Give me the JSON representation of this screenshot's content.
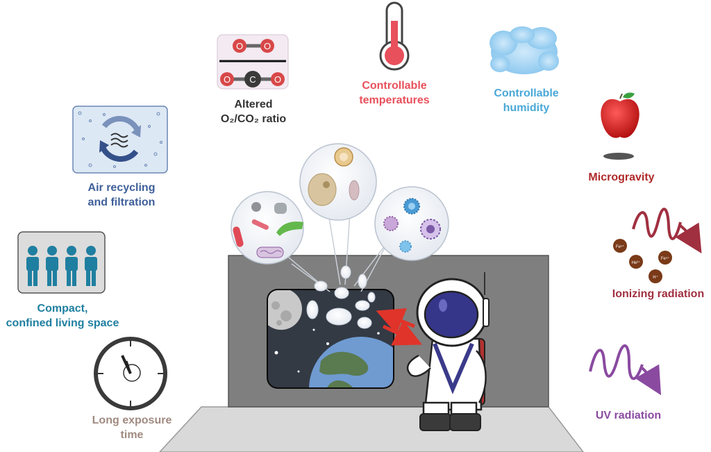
{
  "labels": {
    "o2_co2": {
      "line1": "Altered",
      "line2": "O₂/CO₂ ratio"
    },
    "temperature": {
      "line1": "Controllable",
      "line2": "temperatures"
    },
    "humidity": {
      "line1": "Controllable",
      "line2": "humidity"
    },
    "microgravity": {
      "line1": "Microgravity"
    },
    "air": {
      "line1": "Air recycling",
      "line2": "and filtration"
    },
    "confined": {
      "line1": "Compact,",
      "line2": "confined living space"
    },
    "exposure": {
      "line1": "Long exposure",
      "line2": "time"
    },
    "ionizing": {
      "line1": "Ionizing radiation"
    },
    "uv": {
      "line1": "UV radiation"
    }
  },
  "molecules": {
    "o2_atom": "O",
    "co2_carbon": "C",
    "co2_oxygen": "O"
  },
  "ions": {
    "fe_a": "Feⁿ⁺",
    "he": "He²⁺",
    "fe_b": "Feⁿ⁺",
    "h": "H⁺"
  },
  "colors": {
    "o2_label": "#333333",
    "temperature": "#e8505b",
    "humidity": "#4aa8d8",
    "microgravity": "#b02a2a",
    "air": "#3f5f9a",
    "confined": "#1f7fa0",
    "exposure": "#a08a80",
    "ionizing": "#a03040",
    "uv": "#8a4aa0",
    "room": "#808080",
    "floor": "#d8d8d8"
  },
  "icons": [
    "o2-co2-icon",
    "thermometer-icon",
    "humidity-cloud-icon",
    "apple-icon",
    "air-recycling-icon",
    "people-icon",
    "clock-icon",
    "ionizing-wave-icon",
    "uv-wave-icon",
    "astronaut-icon",
    "window-earth-moon-icon",
    "microbe-bubble-icon"
  ]
}
